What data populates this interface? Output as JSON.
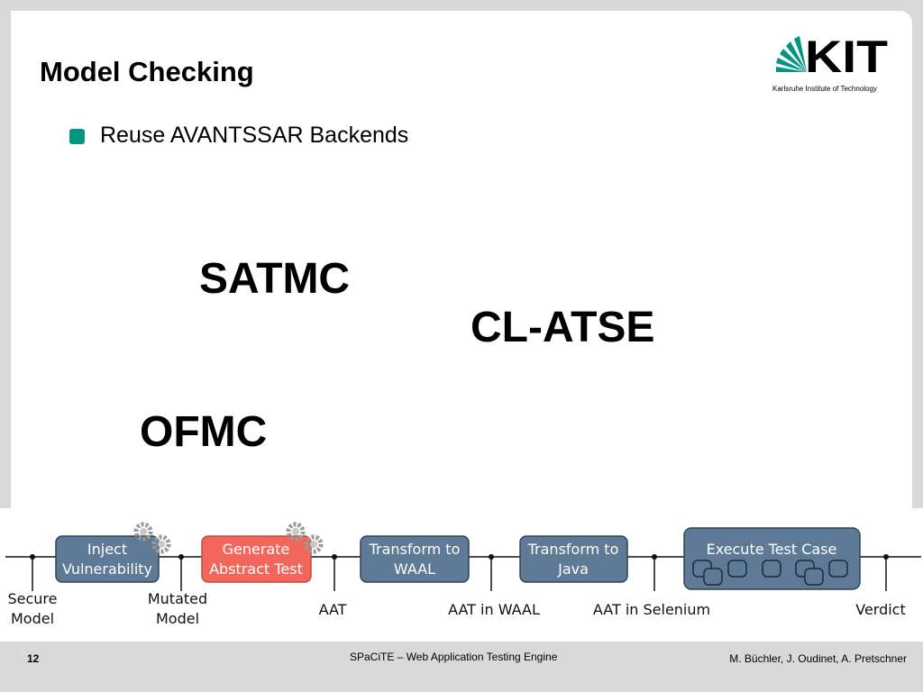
{
  "slide": {
    "title": "Model Checking",
    "bullets": [
      "Reuse AVANTSSAR Backends"
    ],
    "tools": [
      "SATMC",
      "CL-ATSE",
      "OFMC"
    ]
  },
  "logo": {
    "text": "KIT",
    "subtitle": "Karlsruhe Institute of Technology"
  },
  "pipeline": {
    "steps": [
      {
        "line1": "Inject",
        "line2": "Vulnerability"
      },
      {
        "line1": "Generate",
        "line2": "Abstract Test"
      },
      {
        "line1": "Transform to",
        "line2": "WAAL"
      },
      {
        "line1": "Transform to",
        "line2": "Java"
      },
      {
        "line1": "Execute Test Case",
        "line2": ""
      }
    ],
    "labels": [
      {
        "line1": "Secure",
        "line2": "Model"
      },
      {
        "line1": "Mutated",
        "line2": "Model"
      },
      {
        "line1": "AAT",
        "line2": ""
      },
      {
        "line1": "AAT in WAAL",
        "line2": ""
      },
      {
        "line1": "AAT in Selenium",
        "line2": ""
      },
      {
        "line1": "Verdict",
        "line2": ""
      }
    ]
  },
  "footer": {
    "page": "12",
    "center": "SPaCiTE – Web Application Testing Engine",
    "right": "M. Büchler, J. Oudinet, A. Pretschner"
  },
  "colors": {
    "accent": "#009682",
    "step_box": "#5f7a96",
    "step_box_highlight": "#f2665c",
    "bg_gray": "#d9d9d9"
  }
}
